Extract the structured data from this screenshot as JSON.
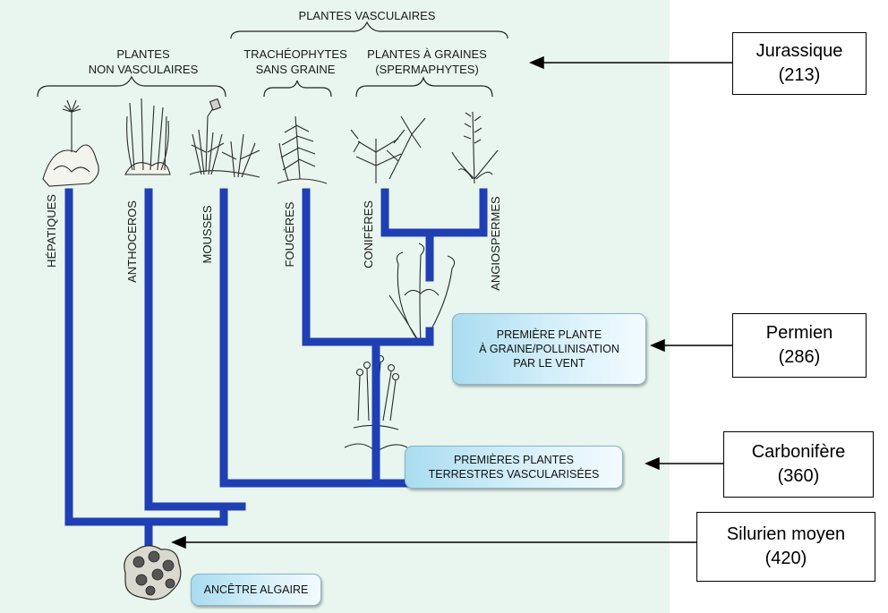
{
  "groups": {
    "vascular": "PLANTES VASCULAIRES",
    "nonvascular": [
      "PLANTES",
      "NON VASCULAIRES"
    ],
    "seedless": [
      "TRACHÉOPHYTES",
      "SANS GRAINE"
    ],
    "seed": [
      "PLANTES À GRAINES",
      "(SPERMAPHYTES)"
    ]
  },
  "taxa": [
    "HÉPATIQUES",
    "ANTHOCEROS",
    "MOUSSES",
    "FOUGÈRES",
    "CONIFÈRES",
    "ANGIOSPERMES"
  ],
  "events": {
    "ancestor": "ANCÊTRE ALGAIRE",
    "first_vascular": [
      "PREMIÈRES PLANTES",
      "TERRESTRES VASCULARISÉES"
    ],
    "first_seed": [
      "PREMIÈRE PLANTE",
      "À GRAINE/POLLINISATION",
      "PAR LE VENT"
    ]
  },
  "periods": {
    "jurassique": {
      "name": "Jurassique",
      "age": "(213)"
    },
    "permien": {
      "name": "Permien",
      "age": "(286)"
    },
    "carbonifere": {
      "name": "Carbonifère",
      "age": "(360)"
    },
    "silurien": {
      "name": "Silurien moyen",
      "age": "(420)"
    }
  },
  "colors": {
    "tree": "#1f3fb5",
    "background": "#e8f6ef",
    "sketch": "#2b2b2b"
  }
}
